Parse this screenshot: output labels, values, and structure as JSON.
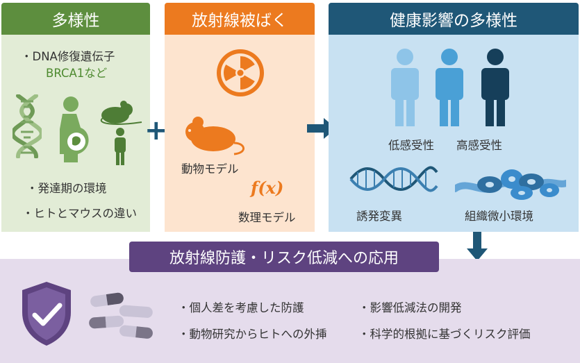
{
  "panels": {
    "diversity": {
      "title": "多様性",
      "item1": "・DNA修復遺伝子",
      "item1_sub": "BRCA1など",
      "item2": "・発達期の環境",
      "item3": "・ヒトとマウスの違い"
    },
    "radiation": {
      "title": "放射線被ばく",
      "animal_model": "動物モデル",
      "formula": "f(x)",
      "math_model": "数理モデル"
    },
    "health": {
      "title": "健康影響の多様性",
      "low_sensitivity": "低感受性",
      "high_sensitivity": "高感受性",
      "mutation": "誘発変異",
      "microenvironment": "組織微小環境"
    }
  },
  "operators": {
    "plus": "+",
    "arrow_right": "arrow-right",
    "arrow_down": "arrow-down"
  },
  "application": {
    "title": "放射線防護・リスク低減への応用",
    "items": [
      "・個人差を考慮した防護",
      "・動物研究からヒトへの外挿",
      "・影響低減法の開発",
      "・科学的根拠に基づくリスク評価"
    ]
  },
  "colors": {
    "green": "#5d8e3e",
    "orange": "#ec7a1f",
    "navy": "#1f5777",
    "purple": "#5e4380"
  }
}
